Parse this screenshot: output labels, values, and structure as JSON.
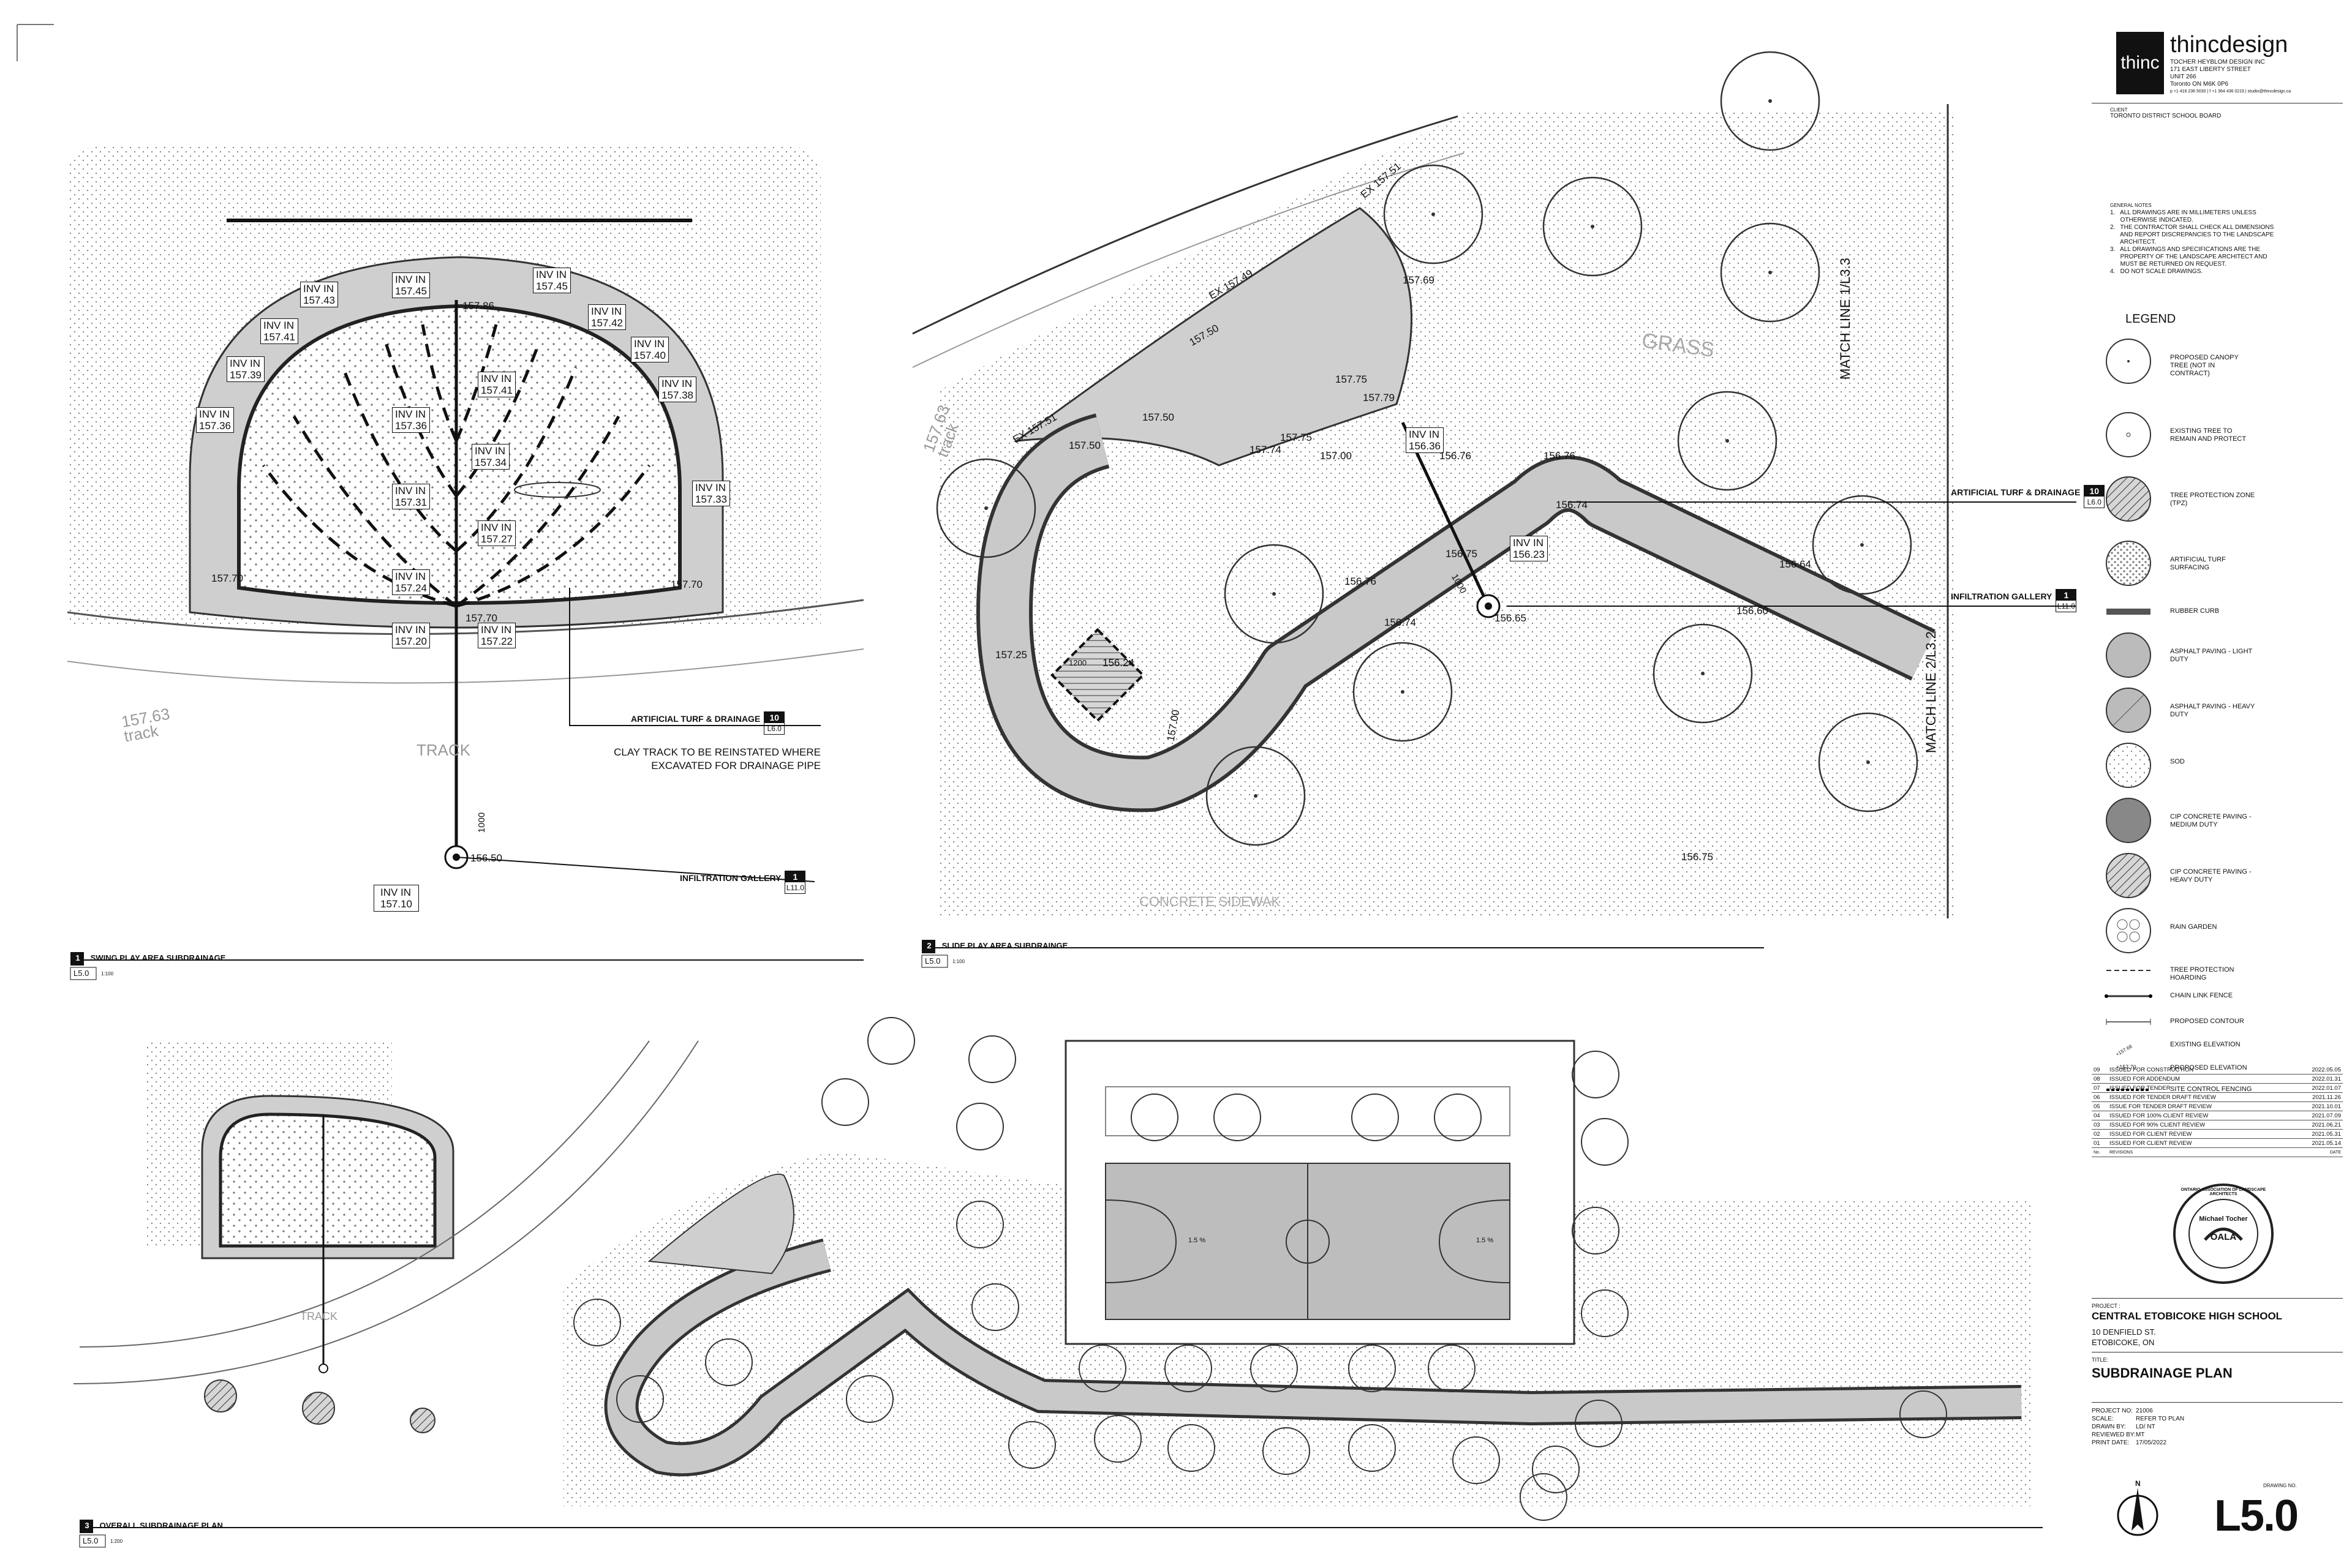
{
  "firm": {
    "logo_text": "thinc",
    "name": "thincdesign",
    "legal_name": "TOCHER HEYBLOM DESIGN INC",
    "address_1": "171 EAST LIBERTY STREET",
    "address_2": "UNIT 266",
    "address_3": "Toronto ON M6K 0P6",
    "contact": "p +1 416 236 5030 | f +1 364 436 0219 | studio@thincdesign.ca"
  },
  "client": {
    "label": "CLIENT",
    "name": "TORONTO DISTRICT SCHOOL BOARD"
  },
  "general_notes": {
    "heading": "GENERAL NOTES",
    "items": [
      "1.   ALL DRAWINGS ARE IN MILLIMETERS UNLESS",
      "      OTHERWISE INDICATED.",
      "2.   THE CONTRACTOR SHALL CHECK ALL DIMENSIONS",
      "      AND REPORT DISCREPANCIES TO THE LANDSCAPE",
      "      ARCHITECT.",
      "3.   ALL DRAWINGS AND SPECIFICATIONS ARE THE",
      "      PROPERTY OF THE LANDSCAPE ARCHITECT AND",
      "      MUST BE RETURNED ON REQUEST.",
      "4.   DO NOT SCALE DRAWINGS."
    ]
  },
  "legend": {
    "heading": "LEGEND",
    "items": [
      {
        "label": "PROPOSED CANOPY TREE (NOT IN CONTRACT)",
        "icon": "proposed-tree-icon"
      },
      {
        "label": "EXISTING TREE TO REMAIN AND PROTECT",
        "icon": "existing-tree-icon"
      },
      {
        "label": "TREE PROTECTION ZONE (TPZ)",
        "icon": "tpz-icon"
      },
      {
        "label": "ARTIFICIAL TURF SURFACING",
        "icon": "turf-icon"
      },
      {
        "label": "RUBBER CURB",
        "icon": "rubber-curb-icon"
      },
      {
        "label": "ASPHALT PAVING - LIGHT DUTY",
        "icon": "asphalt-light-icon"
      },
      {
        "label": "ASPHALT PAVING - HEAVY DUTY",
        "icon": "asphalt-heavy-icon"
      },
      {
        "label": "SOD",
        "icon": "sod-icon"
      },
      {
        "label": "CIP CONCRETE PAVING - MEDIUM DUTY",
        "icon": "concrete-medium-icon"
      },
      {
        "label": "CIP CONCRETE PAVING - HEAVY DUTY",
        "icon": "concrete-heavy-icon"
      },
      {
        "label": "RAIN GARDEN",
        "icon": "rain-garden-icon"
      },
      {
        "label": "TREE  PROTECTION HOARDING",
        "icon": "hoarding-line-icon"
      },
      {
        "label": "CHAIN LINK FENCE",
        "icon": "fence-line-icon"
      },
      {
        "label": "PROPOSED CONTOUR",
        "icon": "contour-line-icon"
      },
      {
        "label": "EXISTING ELEVATION",
        "icon": "existing-elevation-icon"
      },
      {
        "label": "PROPOSED ELEVATION",
        "icon": "proposed-elevation-icon"
      },
      {
        "label": "SITE CONTROL FENCING",
        "icon": "site-fence-icon"
      }
    ],
    "existing_elevation_sample": "+157.68",
    "proposed_elevation_sample": "+157.70"
  },
  "revisions": {
    "rows": [
      {
        "no": "09",
        "desc": "ISSUED FOR CONSTRUCTION",
        "date": "2022.05.05"
      },
      {
        "no": "08",
        "desc": "ISSUED FOR ADDENDUM",
        "date": "2022.01.31"
      },
      {
        "no": "07",
        "desc": "ISSUED FOR TENDER",
        "date": "2022.01.07"
      },
      {
        "no": "06",
        "desc": "ISSUED FOR TENDER DRAFT REVIEW",
        "date": "2021.11.26"
      },
      {
        "no": "05",
        "desc": "ISSUE FOR TENDER DRAFT REVIEW",
        "date": "2021.10.01"
      },
      {
        "no": "04",
        "desc": "ISSUED FOR 100% CLIENT REVIEW",
        "date": "2021.07.09"
      },
      {
        "no": "03",
        "desc": "ISSUED FOR 90% CLIENT REVIEW",
        "date": "2021.06.21"
      },
      {
        "no": "02",
        "desc": "ISSUED FOR CLIENT REVIEW",
        "date": "2021.05.31"
      },
      {
        "no": "01",
        "desc": "ISSUED FOR CLIENT REVIEW",
        "date": "2021.05.14"
      }
    ],
    "col_no": "No.",
    "col_rev": "REVISIONS",
    "col_date": "DATE"
  },
  "seal": {
    "line_1": "ONTARIO ASSOCIATION OF LANDSCAPE ARCHITECTS",
    "line_2": "Michael Tocher",
    "line_3": "OALA"
  },
  "project": {
    "label": "PROJECT :",
    "name": "CENTRAL ETOBICOKE HIGH SCHOOL",
    "address_1": "10 DENFIELD ST.",
    "address_2": "ETOBICOKE, ON",
    "title_label": "TITLE:",
    "title": "SUBDRAINAGE PLAN",
    "fields": [
      {
        "k": "PROJECT NO:",
        "v": "21006"
      },
      {
        "k": "SCALE:",
        "v": "REFER TO PLAN"
      },
      {
        "k": "DRAWN BY:",
        "v": "LD/ NT"
      },
      {
        "k": "REVIEWED BY:",
        "v": "MT"
      },
      {
        "k": "PRINT DATE:",
        "v": "17/05/2022"
      }
    ],
    "drawing_no_label": "DRAWING NO.",
    "drawing_no": "L5.0",
    "north_label": "N"
  },
  "view1": {
    "title": "SWING PLAY AREA SUBDRAINAGE",
    "num": "1",
    "sheet": "L5.0",
    "scale": "1:100",
    "inv_labels": [
      "INV IN\n157.45",
      "INV IN\n157.45",
      "INV IN\n157.43",
      "INV IN\n157.42",
      "INV IN\n157.41",
      "INV IN\n157.40",
      "INV IN\n157.39",
      "INV IN\n157.38",
      "INV IN\n157.36",
      "INV IN\n157.36",
      "INV IN\n157.41",
      "INV IN\n157.34",
      "INV IN\n157.31",
      "INV IN\n157.27",
      "INV IN\n157.33",
      "INV IN\n157.24",
      "INV IN\n157.20",
      "INV IN\n157.22"
    ],
    "elevations": [
      "157.86",
      "157.70",
      "157.70",
      "157.70",
      "156.50"
    ],
    "outlet_inv": "INV IN\n157.10",
    "track_label": "TRACK",
    "track_elev": "157.63\ntrack",
    "callout_turf": "ARTIFICIAL TURF & DRAINAGE",
    "callout_turf_ref": "10",
    "callout_turf_sheet": "L6.0",
    "note_clay": "CLAY TRACK TO BE REINSTATED WHERE",
    "note_clay_2": "EXCAVATED FOR DRAINAGE PIPE",
    "callout_inf": "INFILTRATION GALLERY",
    "callout_inf_ref": "1",
    "callout_inf_sheet": "L11.0",
    "dim": "1000"
  },
  "view2": {
    "title": "SLIDE PLAY AREA SUBDRAINGE",
    "num": "2",
    "sheet": "L5.0",
    "scale": "1:100",
    "grass": "GRASS",
    "sidewalk": "CONCRETE SIDEWAK",
    "match1": "MATCH LINE 1/L3.3",
    "match2": "MATCH LINE 2/L3.2",
    "callout_turf": "ARTIFICIAL TURF & DRAINAGE",
    "callout_turf_ref": "10",
    "callout_turf_sheet": "L6.0",
    "callout_inf": "INFILTRATION GALLERY",
    "callout_inf_ref": "1",
    "callout_inf_sheet": "L11.0",
    "inv_1": "INV IN\n156.36",
    "inv_2": "INV IN\n156.23",
    "elevs": [
      "EX 157.51",
      "EX 157.49",
      "157.50",
      "157.69",
      "EX 157.51",
      "157.50",
      "157.50",
      "157.75",
      "157.79",
      "157.74",
      "157.75",
      "157.00",
      "157.25",
      "156.24",
      "157.00",
      "156.76",
      "156.76",
      "156.74",
      "156.75",
      "156.76",
      "156.74",
      "156.64",
      "156.60",
      "156.65",
      "156.75",
      "157.63\ntrack"
    ],
    "dim": "1000",
    "dim2": "1200"
  },
  "view3": {
    "title": "OVERALL SUBDRAINAGE PLAN",
    "num": "3",
    "sheet": "L5.0",
    "scale": "1:200",
    "track": "TRACK",
    "slope1": "1.5 %",
    "slope2": "1.5 %"
  }
}
